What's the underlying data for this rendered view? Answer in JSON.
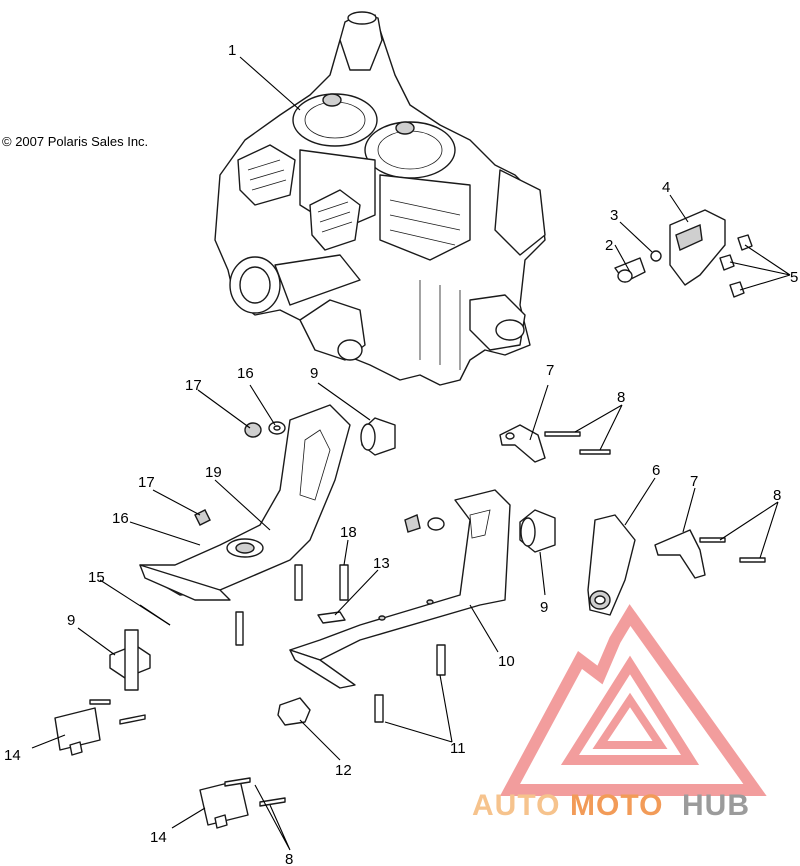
{
  "copyright": "© 2007 Polaris Sales Inc.",
  "callouts": [
    "1",
    "2",
    "3",
    "4",
    "5",
    "16",
    "17",
    "9",
    "7",
    "8",
    "19",
    "17",
    "16",
    "18",
    "13",
    "6",
    "7",
    "8",
    "15",
    "9",
    "9",
    "10",
    "11",
    "12",
    "14",
    "14",
    "8"
  ],
  "watermark": {
    "part1": "AUTO",
    "part2": "MOTO",
    "part3": "HUB",
    "color_auto": "#f5b97a",
    "color_moto": "#f08a3c",
    "color_hub": "#8a8a8a",
    "logo_color": "#f08c8c"
  }
}
